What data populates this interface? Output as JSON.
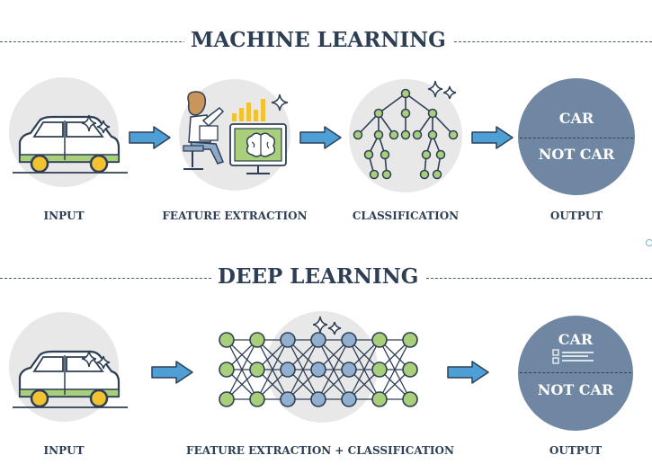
{
  "ml": {
    "title": "MACHINE LEARNING",
    "stages": [
      "INPUT",
      "FEATURE EXTRACTION",
      "CLASSIFICATION",
      "OUTPUT"
    ],
    "output_top": "CAR",
    "output_bottom": "NOT CAR"
  },
  "dl": {
    "title": "DEEP LEARNING",
    "stages": [
      "INPUT",
      "FEATURE EXTRACTION + CLASSIFICATION",
      "OUTPUT"
    ],
    "output_top": "CAR",
    "output_bottom": "NOT CAR"
  },
  "colors": {
    "ink": "#2e3f55",
    "circle_bg": "#e8e8e8",
    "output_circle": "#6f87a2",
    "arrow": "#4d9fd6",
    "node_green": "#a9cf7a",
    "node_blue": "#93afd0",
    "car_green": "#a9cf7a",
    "wheel_yellow": "#f2c230"
  },
  "icons": [
    "car-icon",
    "sparkle-icon",
    "arrow-right-icon",
    "person-at-computer-icon",
    "brain-icon",
    "bar-chart-icon",
    "decision-tree-icon",
    "neural-network-icon",
    "document-list-icon"
  ]
}
